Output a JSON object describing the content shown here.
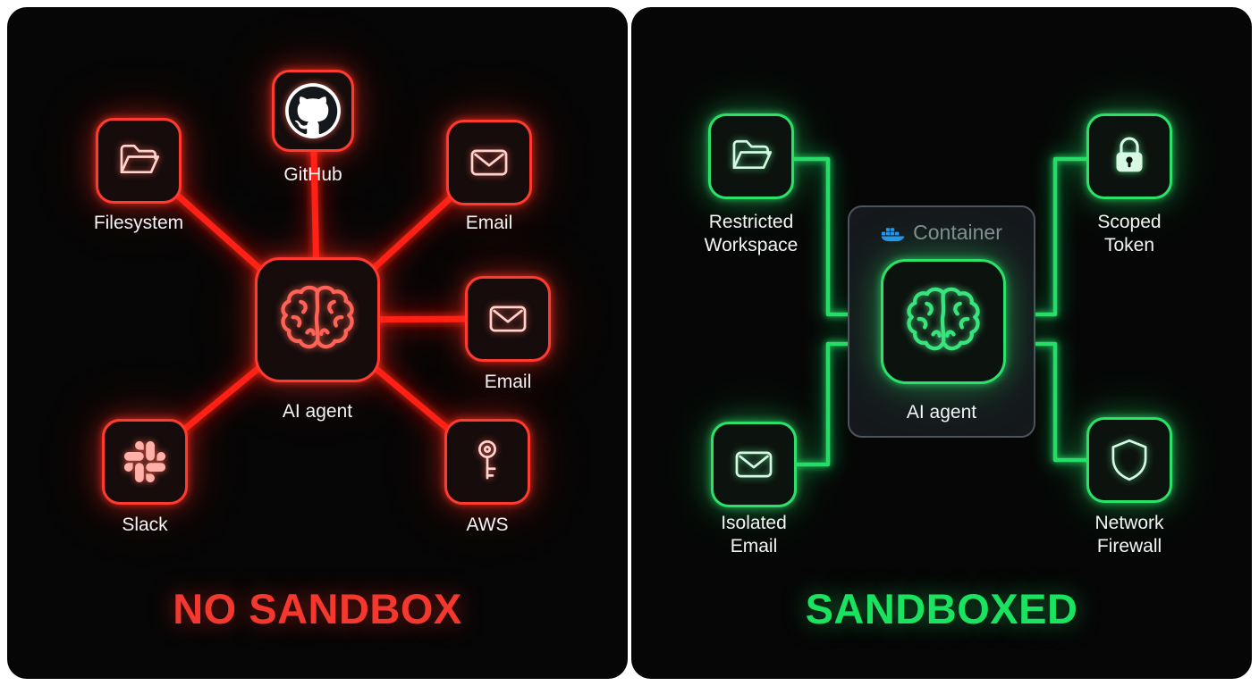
{
  "left_panel": {
    "title": "NO SANDBOX",
    "agent_label": "AI agent",
    "nodes": {
      "filesystem": "Filesystem",
      "github": "GitHub",
      "email_top": "Email",
      "email_right": "Email",
      "slack": "Slack",
      "aws": "AWS"
    }
  },
  "right_panel": {
    "title": "SANDBOXED",
    "container_label": "Container",
    "agent_label": "AI agent",
    "nodes": {
      "restricted_workspace": "Restricted Workspace",
      "scoped_token": "Scoped Token",
      "isolated_email": "Isolated Email",
      "network_firewall": "Network Firewall"
    }
  },
  "colors": {
    "danger_red": "#ff2318",
    "safe_green": "#28dd68",
    "docker_blue": "#2496ed"
  }
}
